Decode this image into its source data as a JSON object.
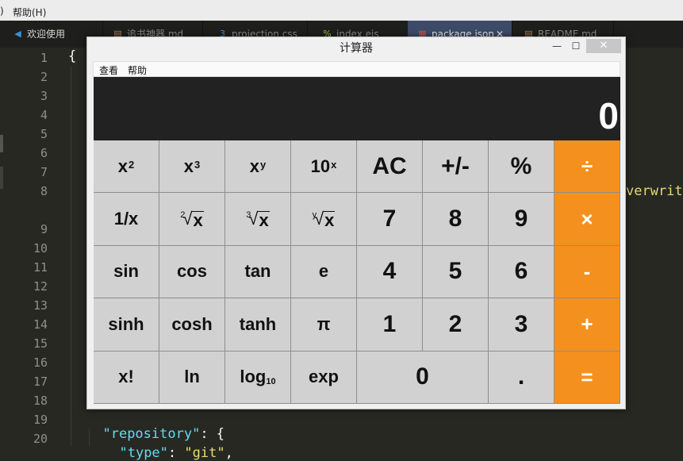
{
  "editor": {
    "menu": [
      ")",
      "帮助(H)"
    ],
    "tabs": [
      {
        "label": "欢迎使用",
        "icon": "vscode-icon"
      },
      {
        "label": "追书神器.md",
        "icon": "markdown-icon"
      },
      {
        "label": "projection.css",
        "icon": "css-icon"
      },
      {
        "label": "index.ejs",
        "icon": "ejs-icon"
      },
      {
        "label": "package.json",
        "icon": "json-icon",
        "active": true
      },
      {
        "label": "README.md",
        "icon": "markdown-icon"
      }
    ],
    "line_numbers": [
      "1",
      "2",
      "3",
      "4",
      "5",
      "6",
      "7",
      "8",
      "9",
      "10",
      "11",
      "12",
      "13",
      "14",
      "15",
      "16",
      "17",
      "18",
      "19",
      "20"
    ],
    "code": {
      "line1": "{",
      "line8_tail": "verwrit",
      "line19_key": "\"repository\"",
      "line19_rest": ": {",
      "line20_key": "\"type\"",
      "line20_colon": ": ",
      "line20_val": "\"git\"",
      "line20_comma": ","
    }
  },
  "calculator": {
    "title": "计算器",
    "window_buttons": {
      "min": "—",
      "max": "☐",
      "close": "✕"
    },
    "menu": [
      "查看",
      "帮助"
    ],
    "display": "0",
    "keys": {
      "r1": [
        "x",
        "2",
        "x",
        "3",
        "x",
        "y",
        "10",
        "x",
        "AC",
        "+/-",
        "%",
        "÷"
      ],
      "r2": [
        "1/x",
        "2",
        "x",
        "3",
        "x",
        "y",
        "x",
        "7",
        "8",
        "9",
        "×"
      ],
      "r3": [
        "sin",
        "cos",
        "tan",
        "e",
        "4",
        "5",
        "6",
        "-"
      ],
      "r4": [
        "sinh",
        "cosh",
        "tanh",
        "π",
        "1",
        "2",
        "3",
        "+"
      ],
      "r5": [
        "x!",
        "ln",
        "log",
        "10",
        "exp",
        "0",
        ".",
        "="
      ]
    },
    "colors": {
      "operator": "#f4901e",
      "key": "#d1d1d1",
      "display": "#222222"
    }
  }
}
